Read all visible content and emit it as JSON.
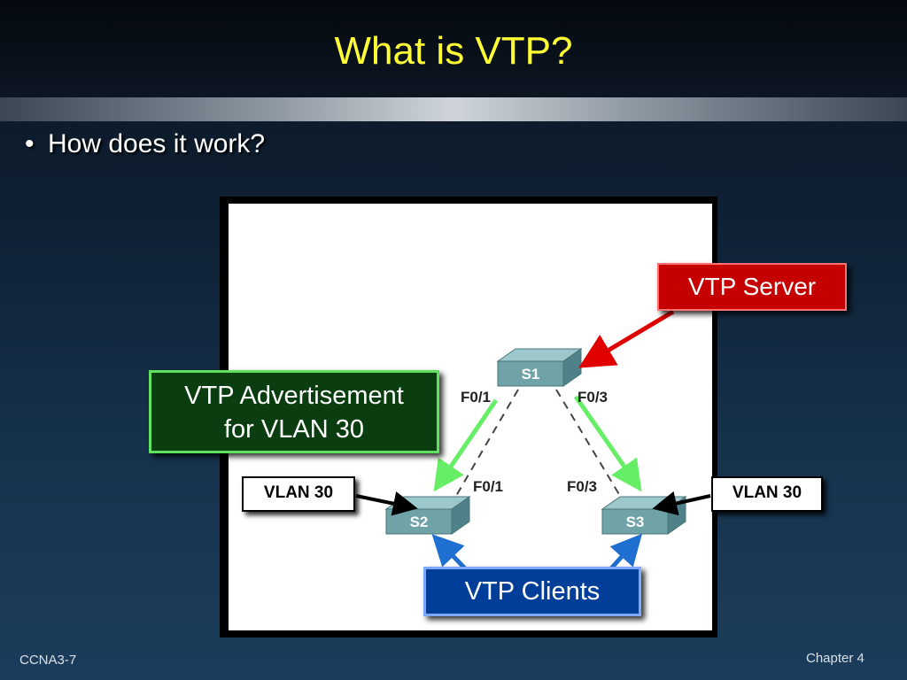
{
  "slide": {
    "title": "What is VTP?",
    "bullet": "How does it work?",
    "footer_left": "CCNA3-7",
    "footer_right": "Chapter 4"
  },
  "diagram": {
    "switches": {
      "s1": "S1",
      "s2": "S2",
      "s3": "S3"
    },
    "ports": {
      "s1_left": "F0/1",
      "s1_right": "F0/3",
      "s2_port": "F0/1",
      "s3_port": "F0/3"
    },
    "callouts": {
      "server": "VTP Server",
      "advertisement_line1": "VTP Advertisement",
      "advertisement_line2": "for VLAN 30",
      "clients": "VTP Clients",
      "vlan_left": "VLAN 30",
      "vlan_right": "VLAN 30"
    },
    "colors": {
      "server_fill": "#c40000",
      "advertisement_fill": "#0a3d10",
      "advertisement_arrow": "#66ee66",
      "clients_fill": "#003e9a",
      "clients_arrow": "#1f6fd1",
      "server_arrow": "#e00000",
      "switch_body": "#6fa3a8"
    }
  }
}
